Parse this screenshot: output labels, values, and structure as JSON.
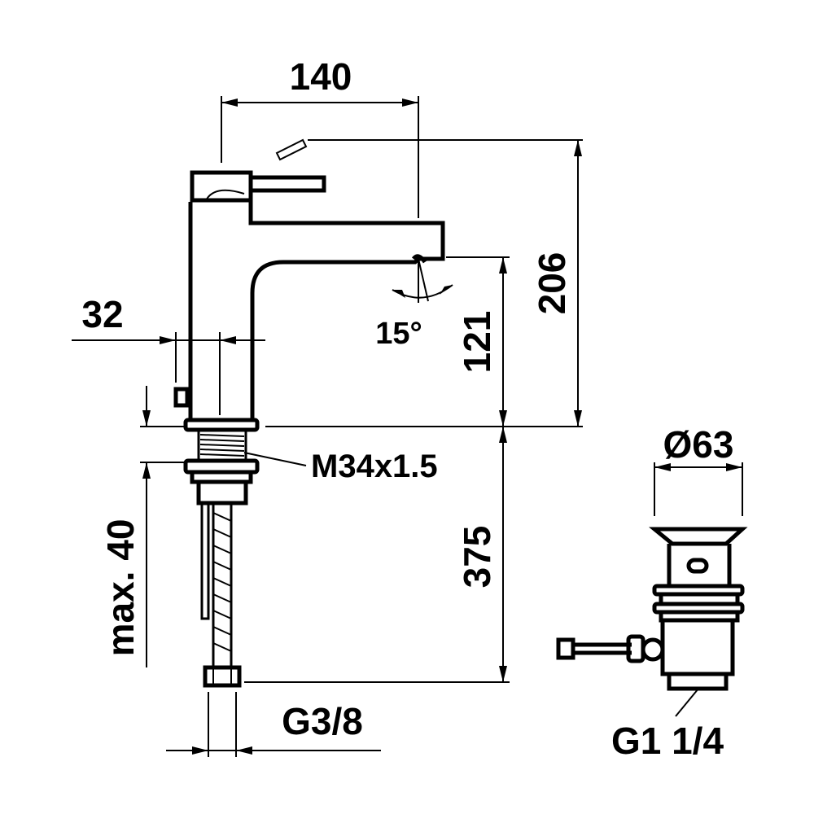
{
  "drawing": {
    "labels": {
      "spout_reach": "140",
      "total_height": "206",
      "spout_height": "121",
      "body_diameter": "32",
      "swivel_angle": "15°",
      "thread": "M34x1.5",
      "hose_length": "375",
      "max_counter_thickness": "max. 40",
      "hose_connection": "G3/8",
      "waste_diameter": "Ø63",
      "waste_thread": "G1 1/4"
    }
  }
}
